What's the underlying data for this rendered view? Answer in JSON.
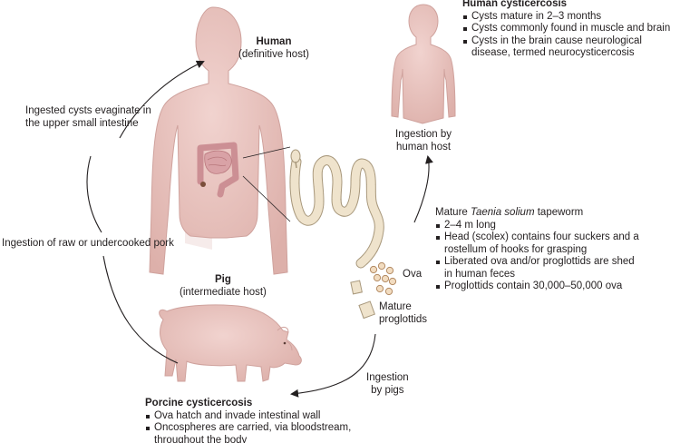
{
  "human": {
    "title": "Human",
    "subtitle": "(definitive host)"
  },
  "human_cysticercosis": {
    "title": "Human cysticercosis",
    "bullets": [
      "Cysts mature in 2–3 months",
      "Cysts commonly found in muscle and brain",
      "Cysts in the brain cause neurological",
      "disease, termed neurocysticercosis"
    ]
  },
  "evaginate": {
    "line1": "Ingested cysts evaginate in",
    "line2": "the upper small intestine"
  },
  "ingestion_human": {
    "line1": "Ingestion by",
    "line2": "human host"
  },
  "tapeworm": {
    "title_prefix": "Mature ",
    "title_species": "Taenia solium",
    "title_suffix": " tapeworm",
    "bullets": [
      "2–4 m long",
      "Head (scolex) contains four suckers and a",
      "rostellum of hooks for grasping",
      "Liberated ova and/or proglottids are shed",
      "in human feces",
      "Proglottids contain 30,000–50,000 ova"
    ]
  },
  "pork": {
    "text": "Ingestion of raw or undercooked pork"
  },
  "ova": {
    "text": "Ova"
  },
  "proglottids": {
    "line1": "Mature",
    "line2": "proglottids"
  },
  "pig": {
    "title": "Pig",
    "subtitle": "(intermediate host)"
  },
  "ingestion_pigs": {
    "line1": "Ingestion",
    "line2": "by pigs"
  },
  "porcine": {
    "title": "Porcine cysticercosis",
    "bullets": [
      "Ova hatch and invade intestinal wall",
      "Oncospheres are carried, via bloodstream,",
      "throughout the body"
    ]
  },
  "colors": {
    "skin": "#e7c4c0",
    "skin_edge": "#cfa29d",
    "intestine": "#d9a2a6",
    "worm": "#efe3cc",
    "worm_edge": "#a8987c",
    "arrow": "#231f20"
  }
}
